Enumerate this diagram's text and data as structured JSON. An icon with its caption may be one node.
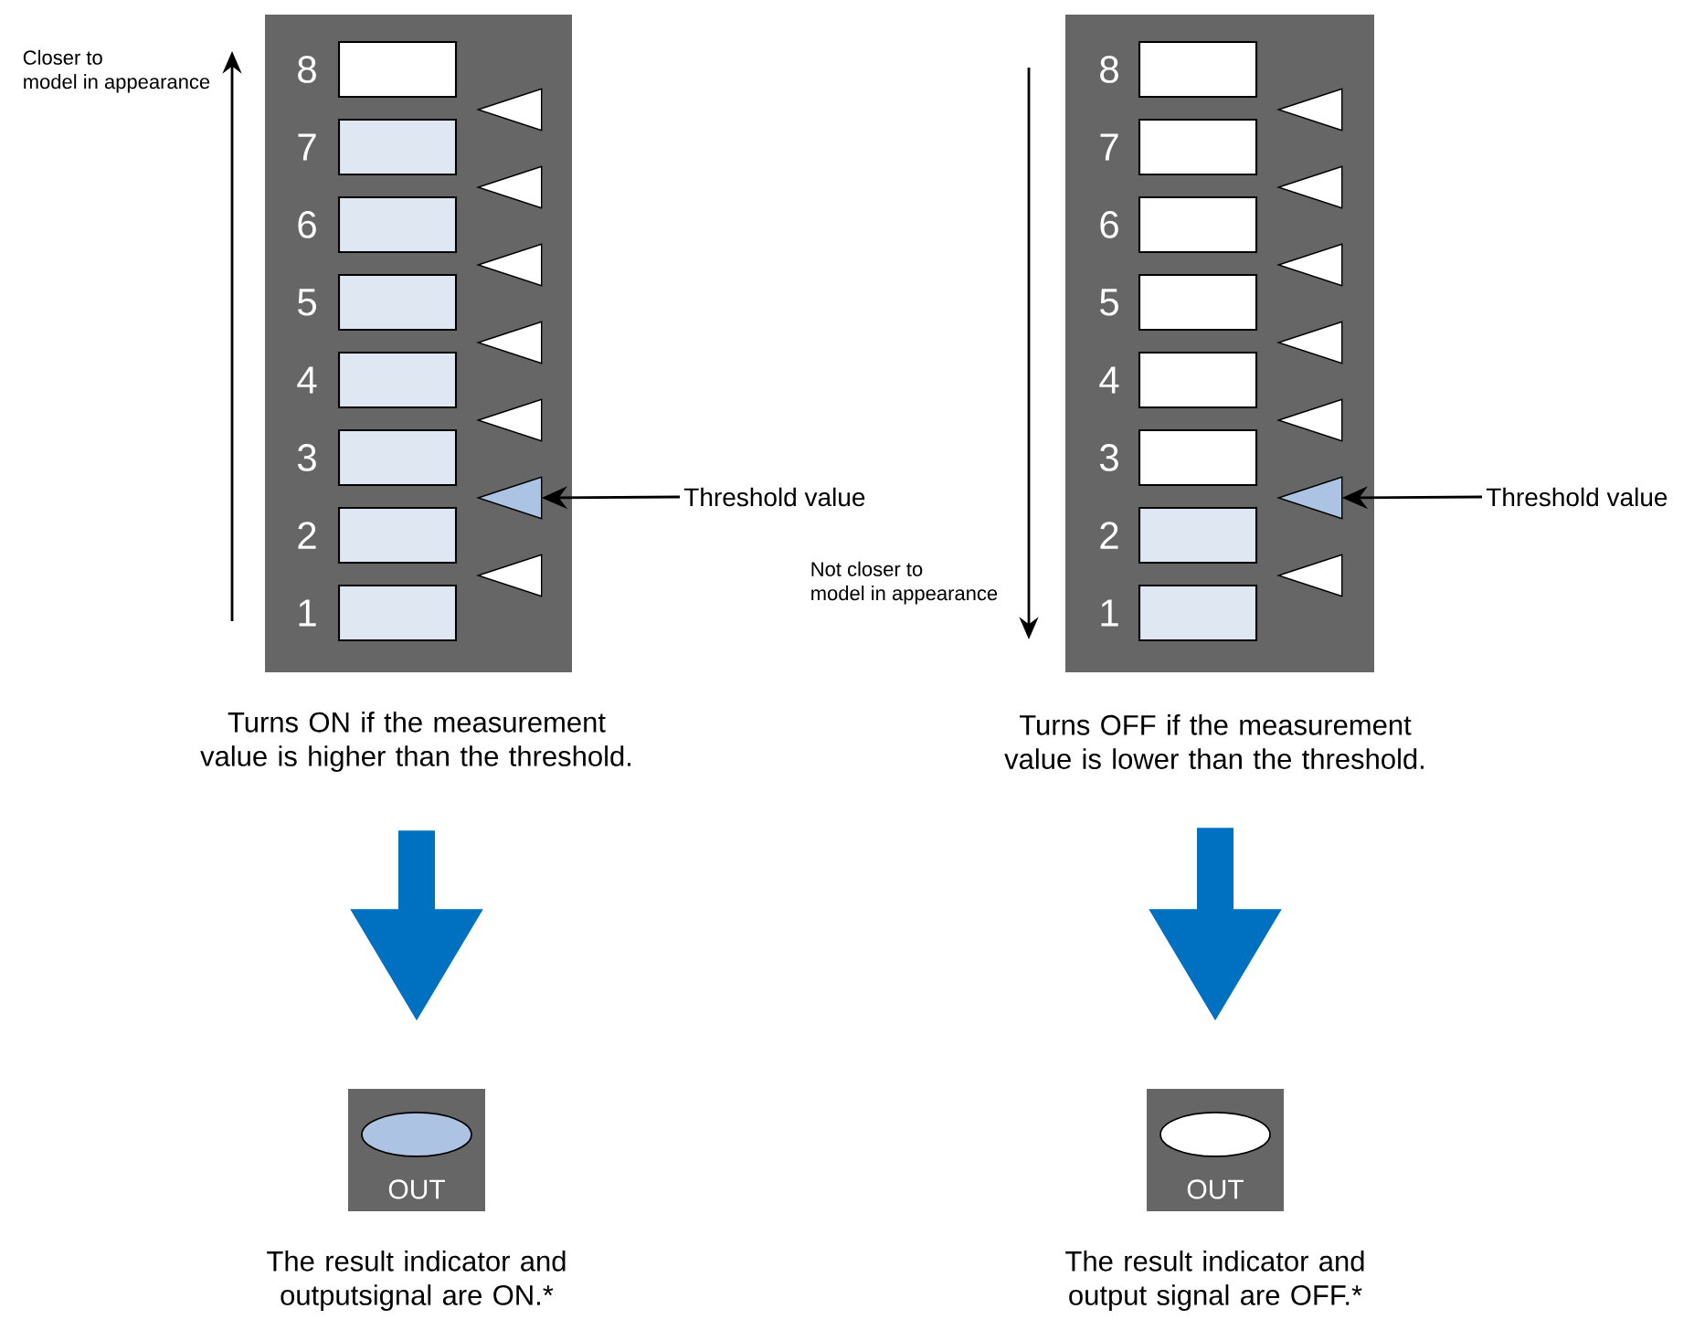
{
  "diagram": {
    "nodes": [
      {
        "text": [],
        "shape": "box"
      },
      {
        "text": [
          "8"
        ],
        "in": 0
      },
      {
        "text": [
          "7"
        ],
        "in": 0
      },
      {
        "text": [
          "6"
        ],
        "in": 0
      },
      {
        "text": [
          "5"
        ],
        "in": 0
      },
      {
        "text": [
          "4"
        ],
        "in": 0
      },
      {
        "text": [
          "3"
        ],
        "in": 0
      },
      {
        "text": [
          "2"
        ],
        "in": 0
      },
      {
        "text": [
          "1"
        ],
        "in": 0
      },
      {
        "text": [],
        "shape": "triangle",
        "in": 0
      },
      {
        "text": [],
        "shape": "triangle",
        "in": 0
      },
      {
        "text": [],
        "shape": "triangle",
        "in": 0
      },
      {
        "text": [],
        "shape": "triangle",
        "in": 0
      },
      {
        "text": [],
        "shape": "triangle",
        "in": 0
      },
      {
        "text": [],
        "shape": "triangle",
        "in": 0
      },
      {
        "text": [],
        "shape": "triangle",
        "in": 0
      },
      {
        "text": [
          "Threshold value"
        ]
      },
      {
        "text": [
          "Turns ON if the measurement value is higher than the threshold."
        ]
      },
      {
        "text": [
          "OUT"
        ],
        "beside": [
          "The result indicator and outputsignal are ON.*"
        ]
      },
      {
        "text": [],
        "shape": "ellipse",
        "in": 18
      },
      {
        "text": [],
        "shape": "box"
      },
      {
        "text": [
          "8"
        ],
        "in": 20
      },
      {
        "text": [
          "7"
        ],
        "in": 20
      },
      {
        "text": [
          "6"
        ],
        "in": 20
      },
      {
        "text": [
          "5"
        ],
        "in": 20
      },
      {
        "text": [
          "4"
        ],
        "in": 20
      },
      {
        "text": [
          "3"
        ],
        "in": 20
      },
      {
        "text": [
          "2"
        ],
        "in": 20
      },
      {
        "text": [
          "1"
        ],
        "in": 20
      },
      {
        "text": [],
        "shape": "triangle",
        "in": 20
      },
      {
        "text": [],
        "shape": "triangle",
        "in": 20
      },
      {
        "text": [],
        "shape": "triangle",
        "in": 20
      },
      {
        "text": [],
        "shape": "triangle",
        "in": 20
      },
      {
        "text": [],
        "shape": "triangle",
        "in": 20
      },
      {
        "text": [],
        "shape": "triangle",
        "in": 20
      },
      {
        "text": [],
        "shape": "triangle",
        "in": 20
      },
      {
        "text": [
          "Threshold value"
        ]
      },
      {
        "text": [
          "Turns OFF if the measurement value is lower than the threshold."
        ]
      },
      {
        "text": [
          "OUT"
        ],
        "beside": [
          "The result indicator and output signal are OFF.*"
        ]
      },
      {
        "text": [],
        "shape": "ellipse",
        "in": 38
      }
    ],
    "edges": [
      {
        "from": 16,
        "to": 14,
        "arrow": "to"
      },
      {
        "from": 17,
        "to": 18,
        "arrow": "to",
        "style": "thick",
        "color": "#0070c0"
      },
      {
        "from": 36,
        "to": 34,
        "arrow": "to"
      },
      {
        "from": 37,
        "to": 38,
        "arrow": "to",
        "style": "thick",
        "color": "#0070c0"
      }
    ],
    "labels": [
      "Closer to model in appearance",
      "Not closer to model in appearance"
    ]
  }
}
